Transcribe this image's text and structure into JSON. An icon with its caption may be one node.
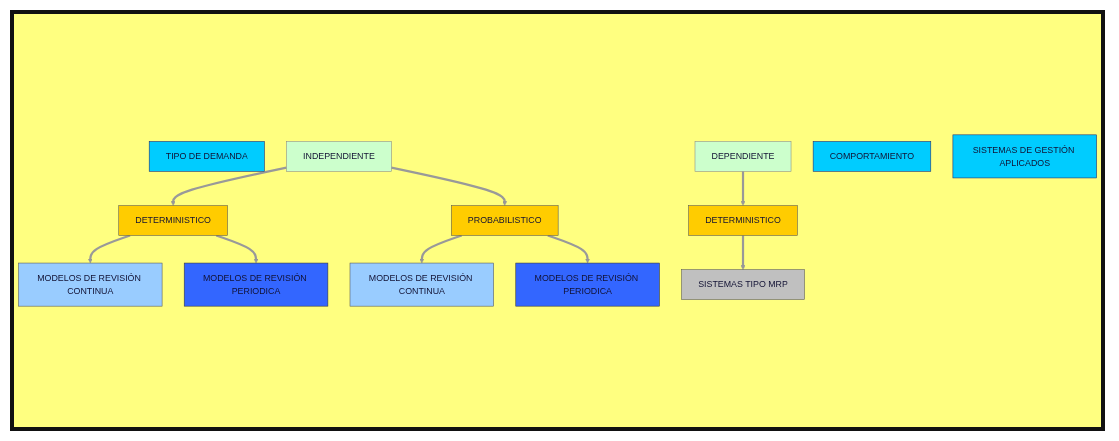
{
  "diagram": {
    "nodes": [
      {
        "text": [
          "TIPO DE DEMANDA"
        ]
      },
      {
        "text": [
          "INDEPENDIENTE"
        ]
      },
      {
        "text": [
          "DEPENDIENTE"
        ]
      },
      {
        "text": [
          "COMPORTAMIENTO"
        ]
      },
      {
        "text": [
          "DETERMINISTICO"
        ]
      },
      {
        "text": [
          "PROBABILISTICO"
        ]
      },
      {
        "text": [
          "DETERMINISTICO"
        ]
      },
      {
        "text": [
          "SISTEMAS DE GESTIÓN APLICADOS"
        ]
      },
      {
        "text": [
          "MODELOS DE REVISIÓN CONTINUA"
        ]
      },
      {
        "text": [
          "MODELOS DE REVISIÓN PERIODICA"
        ]
      },
      {
        "text": [
          "MODELOS DE REVISIÓN CONTINUA"
        ]
      },
      {
        "text": [
          "MODELOS DE REVISIÓN PERIODICA"
        ]
      },
      {
        "text": [
          "SISTEMAS TIPO MRP"
        ]
      }
    ],
    "edges": [
      {
        "from": 1,
        "to": 4,
        "arrow": "to"
      },
      {
        "from": 1,
        "to": 5,
        "arrow": "to"
      },
      {
        "from": 2,
        "to": 6,
        "arrow": "to"
      },
      {
        "from": 4,
        "to": 8,
        "arrow": "to"
      },
      {
        "from": 4,
        "to": 9,
        "arrow": "to"
      },
      {
        "from": 5,
        "to": 10,
        "arrow": "to"
      },
      {
        "from": 5,
        "to": 11,
        "arrow": "to"
      },
      {
        "from": 6,
        "to": 12,
        "arrow": "to"
      }
    ]
  }
}
